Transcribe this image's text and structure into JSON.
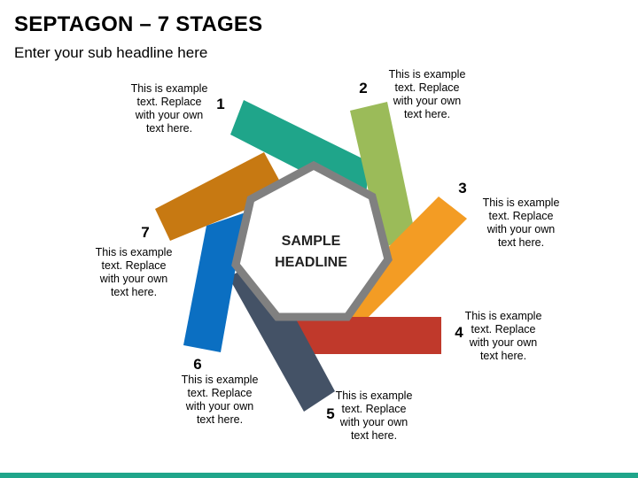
{
  "title": "SEPTAGON – 7 STAGES",
  "subtitle": "Enter your sub headline here",
  "center": {
    "line1": "SAMPLE",
    "line2": "HEADLINE"
  },
  "stages": [
    {
      "number": "1",
      "text": [
        "This is example",
        "text. Replace",
        "with your own",
        "text here."
      ],
      "color": "#1FA58A"
    },
    {
      "number": "2",
      "text": [
        "This is example",
        "text. Replace",
        "with your own",
        "text here."
      ],
      "color": "#9BBB59"
    },
    {
      "number": "3",
      "text": [
        "This is example",
        "text. Replace",
        "with your own",
        "text here."
      ],
      "color": "#F39C24"
    },
    {
      "number": "4",
      "text": [
        "This is example",
        "text. Replace",
        "with your own",
        "text here."
      ],
      "color": "#C0392B"
    },
    {
      "number": "5",
      "text": [
        "This is example",
        "text. Replace",
        "with your own",
        "text here."
      ],
      "color": "#445266"
    },
    {
      "number": "6",
      "text": [
        "This is example",
        "text. Replace",
        "with your own",
        "text here."
      ],
      "color": "#0B6FC2"
    },
    {
      "number": "7",
      "text": [
        "This is example",
        "text. Replace",
        "with your own",
        "text here."
      ],
      "color": "#C77912"
    }
  ],
  "heptagon_border_color": "#808080",
  "footer_color": "#1FA58A"
}
